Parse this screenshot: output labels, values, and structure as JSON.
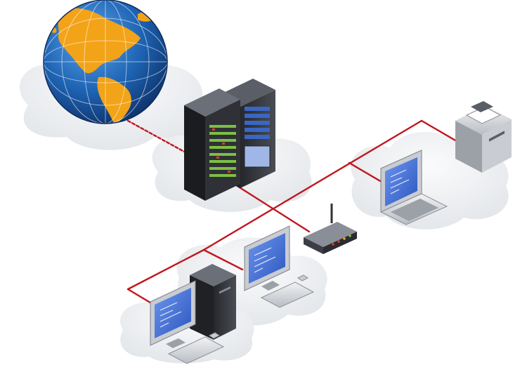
{
  "diagram": {
    "nodes": [
      {
        "id": "internet",
        "icon": "globe-icon"
      },
      {
        "id": "server-rack",
        "icon": "server-rack-icon"
      },
      {
        "id": "router",
        "icon": "router-icon"
      },
      {
        "id": "printer",
        "icon": "printer-icon"
      },
      {
        "id": "laptop",
        "icon": "laptop-icon"
      },
      {
        "id": "workstation-1",
        "icon": "desktop-monitor-icon"
      },
      {
        "id": "workstation-2",
        "icon": "desktop-computer-icon"
      }
    ],
    "links": [
      {
        "from": "internet",
        "to": "server-rack",
        "style": "dashed"
      },
      {
        "from": "server-rack",
        "to": "router",
        "style": "solid"
      },
      {
        "from": "router",
        "to": "printer",
        "style": "solid"
      },
      {
        "from": "router",
        "to": "laptop",
        "style": "solid"
      },
      {
        "from": "router",
        "to": "workstation-1",
        "style": "solid"
      },
      {
        "from": "router",
        "to": "workstation-2",
        "style": "solid"
      }
    ],
    "colors": {
      "network_cable": "#c0161e",
      "globe_ocean": "#1e64b4",
      "globe_land": "#f2a318",
      "server_body": "#2f3136",
      "screen_blue": "#3d6ed8",
      "cloud": "#e9ebee"
    }
  }
}
